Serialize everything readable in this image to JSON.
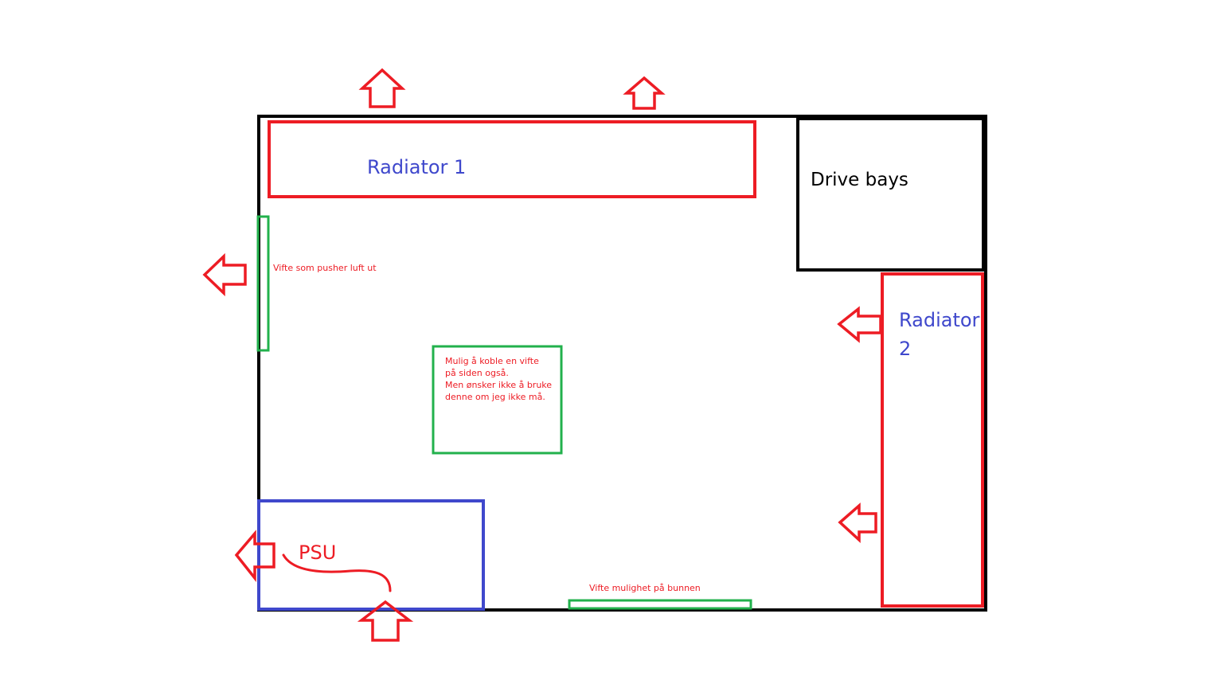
{
  "labels": {
    "radiator_1": "Radiator 1",
    "drive_bays": "Drive bays",
    "radiator_2_line1": "Radiator",
    "radiator_2_line2": "2",
    "side_fan": "Vifte som pusher luft ut",
    "middle_fan_line1": "Mulig å koble en vifte",
    "middle_fan_line2": "på siden også.",
    "middle_fan_line3": "Men ønsker ikke å bruke",
    "middle_fan_line4": "denne om jeg ikke må.",
    "psu": "PSU",
    "bottom_fan": "Vifte mulighet på bunnen"
  },
  "colors": {
    "case_outline": "#000000",
    "radiator": "#ed1c24",
    "fan": "#22b14c",
    "psu": "#3f48cc",
    "radiator_label": "#3f48cc",
    "annotation_text": "#ed1c24",
    "arrow": "#ed1c24"
  }
}
